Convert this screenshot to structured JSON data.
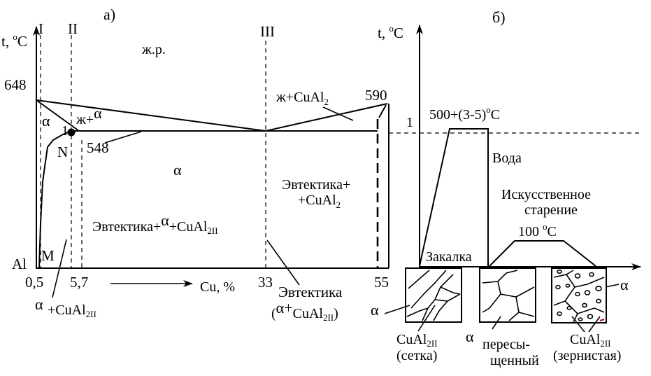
{
  "panel_a": {
    "label": "а)",
    "y_axis_label": "t, ",
    "y_axis_unit_sup": "о",
    "y_axis_unit": "С",
    "x_axis_label": "Cu, %",
    "region_labels": {
      "I": "I",
      "II": "II",
      "III": "III",
      "liquid": "ж.р.",
      "alpha_left": "α",
      "liquid_alpha_prefix": "ж+",
      "liquid_alpha_suffix": "α",
      "point_1": "1",
      "point_N": "N",
      "point_M": "M",
      "alpha_field": "α",
      "liquid_cual2_prefix": "ж+CuAl",
      "liquid_cual2_sub": "2",
      "eut_cual2_line1": "Эвтектика+",
      "eut_cual2_line2_prefix": "+CuAl",
      "eut_cual2_line2_sub": "2",
      "eut_alpha_prefix": "Эвтектика+",
      "eut_alpha_alpha": "α",
      "eut_alpha_suffix": "+CuAl",
      "eut_alpha_sub": "2II",
      "bottom_alpha": "α",
      "bottom_alpha_suffix": "+CuAl",
      "bottom_alpha_sub": "2II",
      "eutectic_line1": "Эвтектика",
      "eutectic_line2_open": "(",
      "eutectic_line2_alpha": "α",
      "eutectic_line2_plus": "+",
      "eutectic_line2_cual": "CuAl",
      "eutectic_line2_sub": "2II",
      "eutectic_line2_close": ")"
    },
    "temperatures": {
      "t648": "648",
      "t590": "590",
      "t548": "548"
    },
    "compositions": {
      "al": "Al",
      "c05": "0,5",
      "c57": "5,7",
      "c33": "33",
      "c55": "55"
    }
  },
  "panel_b": {
    "label": "б)",
    "y_axis_label": "t, ",
    "y_axis_unit_sup": "о",
    "y_axis_unit": "С",
    "level_1": "1",
    "hold_prefix": "500+(3-5)",
    "hold_sup": "о",
    "hold_suffix": "С",
    "water": "Вода",
    "aging_line1": "Искусственное",
    "aging_line2": "старение",
    "aging_temp_prefix": "100 ",
    "aging_temp_sup": "о",
    "aging_temp_suffix": "С",
    "quench": "Закалка",
    "micro_alpha_1": "α",
    "micro_cual_1_prefix": "CuAl",
    "micro_cual_1_sub": "2II",
    "micro_cual_1_desc": "(сетка)",
    "micro_alpha_2": "α",
    "micro_2_line1": "пересы-",
    "micro_2_line2": "щенный",
    "micro_alpha_3": "α",
    "micro_cual_3_prefix": "CuAl",
    "micro_cual_3_sub": "2II",
    "micro_cual_3_desc": "(зернистая)"
  }
}
